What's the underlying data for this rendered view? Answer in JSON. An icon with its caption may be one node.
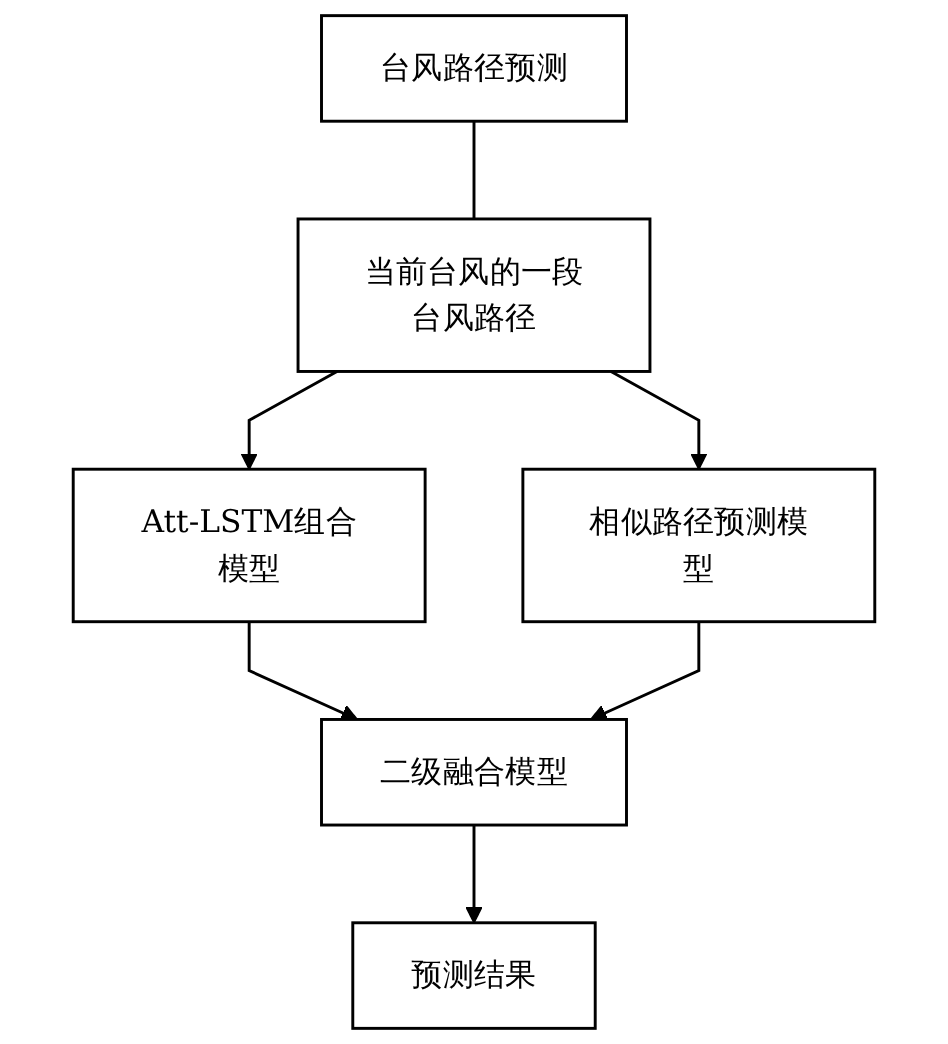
{
  "diagram": {
    "nodes": [
      {
        "text": [
          "台风路径预测"
        ]
      },
      {
        "text": [
          "当前台风的一段台风路径"
        ]
      },
      {
        "text": [
          "Att-LSTM组合模型"
        ]
      },
      {
        "text": [
          "相似路径预测模型"
        ]
      },
      {
        "text": [
          "二级融合模型"
        ]
      },
      {
        "text": [
          "预测结果"
        ]
      }
    ],
    "edges": [
      {
        "from": 0,
        "to": 1,
        "arrow": "none"
      },
      {
        "from": 1,
        "to": 2,
        "arrow": "to"
      },
      {
        "from": 1,
        "to": 3,
        "arrow": "to"
      },
      {
        "from": 2,
        "to": 4,
        "arrow": "to"
      },
      {
        "from": 3,
        "to": 4,
        "arrow": "to"
      },
      {
        "from": 4,
        "to": 5,
        "arrow": "to"
      }
    ]
  }
}
